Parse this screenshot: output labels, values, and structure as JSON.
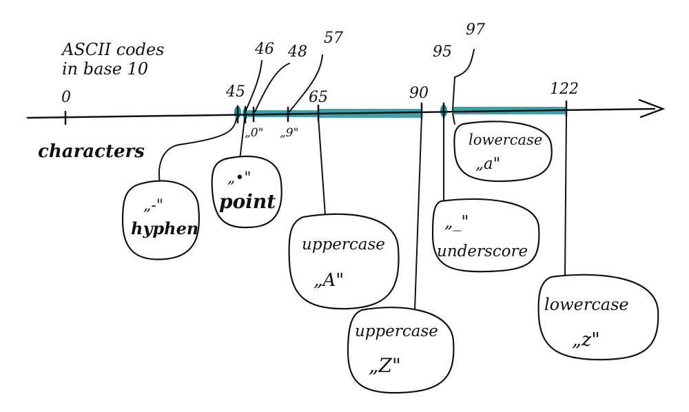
{
  "title": {
    "line1": "ASCII codes",
    "line2": "in base 10"
  },
  "axis_label": "characters",
  "colors": {
    "ink": "#111111",
    "highlight": "#1a8f99",
    "paper": "#ffffff"
  },
  "ticks": [
    {
      "label": "0"
    },
    {
      "label": "45"
    },
    {
      "label": "46"
    },
    {
      "label": "48"
    },
    {
      "label": "57"
    },
    {
      "label": "65"
    },
    {
      "label": "90"
    },
    {
      "label": "95"
    },
    {
      "label": "97"
    },
    {
      "label": "122"
    }
  ],
  "small_labels": {
    "char_0": "„0\"",
    "char_9": "„9\""
  },
  "bubbles": {
    "hyphen": {
      "line1": "„-\"",
      "line2": "hyphen"
    },
    "point": {
      "line1": "„•\"",
      "line2": "point"
    },
    "upper_a": {
      "line1": "uppercase",
      "line2": "„A\""
    },
    "upper_z": {
      "line1": "uppercase",
      "line2": "„Z\""
    },
    "underscore": {
      "line1": "„_\"",
      "line2": "underscore"
    },
    "lower_a": {
      "line1": "lowercase",
      "line2": "„a\""
    },
    "lower_z": {
      "line1": "lowercase",
      "line2": "„z\""
    }
  }
}
